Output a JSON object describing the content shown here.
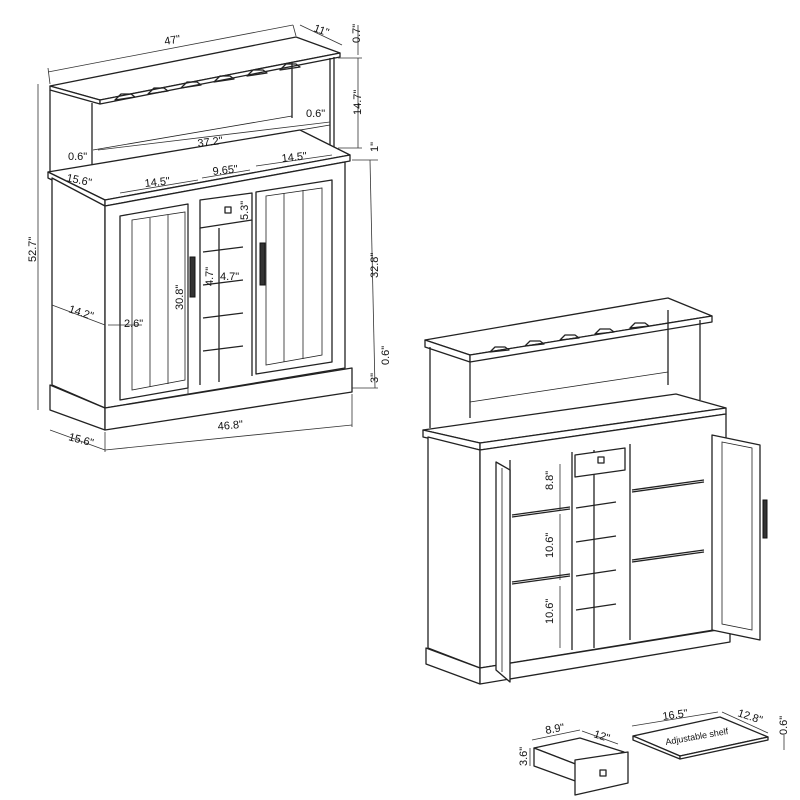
{
  "front_view": {
    "dims": {
      "top_width": "47\"",
      "top_depth": "11\"",
      "top_thickness": "0.7\"",
      "hutch_height": "14.7\"",
      "hutch_side": "0.6\"",
      "hutch_inner_width": "37.2\"",
      "hutch_left": "0.6\"",
      "counter_thickness": "1\"",
      "counter_depth": "15.6\"",
      "door_width_left": "14.5\"",
      "center_width": "9.65\"",
      "door_width_right": "14.5\"",
      "drawer_height": "5.3\"",
      "total_height": "52.7\"",
      "cabinet_height": "32.8\"",
      "rack_height": "4.7\"",
      "rack_width": "4.7\"",
      "door_height": "30.8\"",
      "inner_depth": "14.2\"",
      "door_gap": "2.6\"",
      "base_gap": "0.6\"",
      "base_height": "3\"",
      "base_depth": "15.6\"",
      "base_width": "46.8\""
    }
  },
  "open_view": {
    "dims": {
      "shelf_gap_top": "8.8\"",
      "shelf_gap_mid": "10.6\"",
      "shelf_gap_bottom": "10.6\""
    }
  },
  "drawer": {
    "width": "8.9\"",
    "depth": "12\"",
    "height": "3.6\""
  },
  "shelf": {
    "label": "Adjustable shelf",
    "width": "16.5\"",
    "depth": "12.8\"",
    "thickness": "0.6\""
  }
}
